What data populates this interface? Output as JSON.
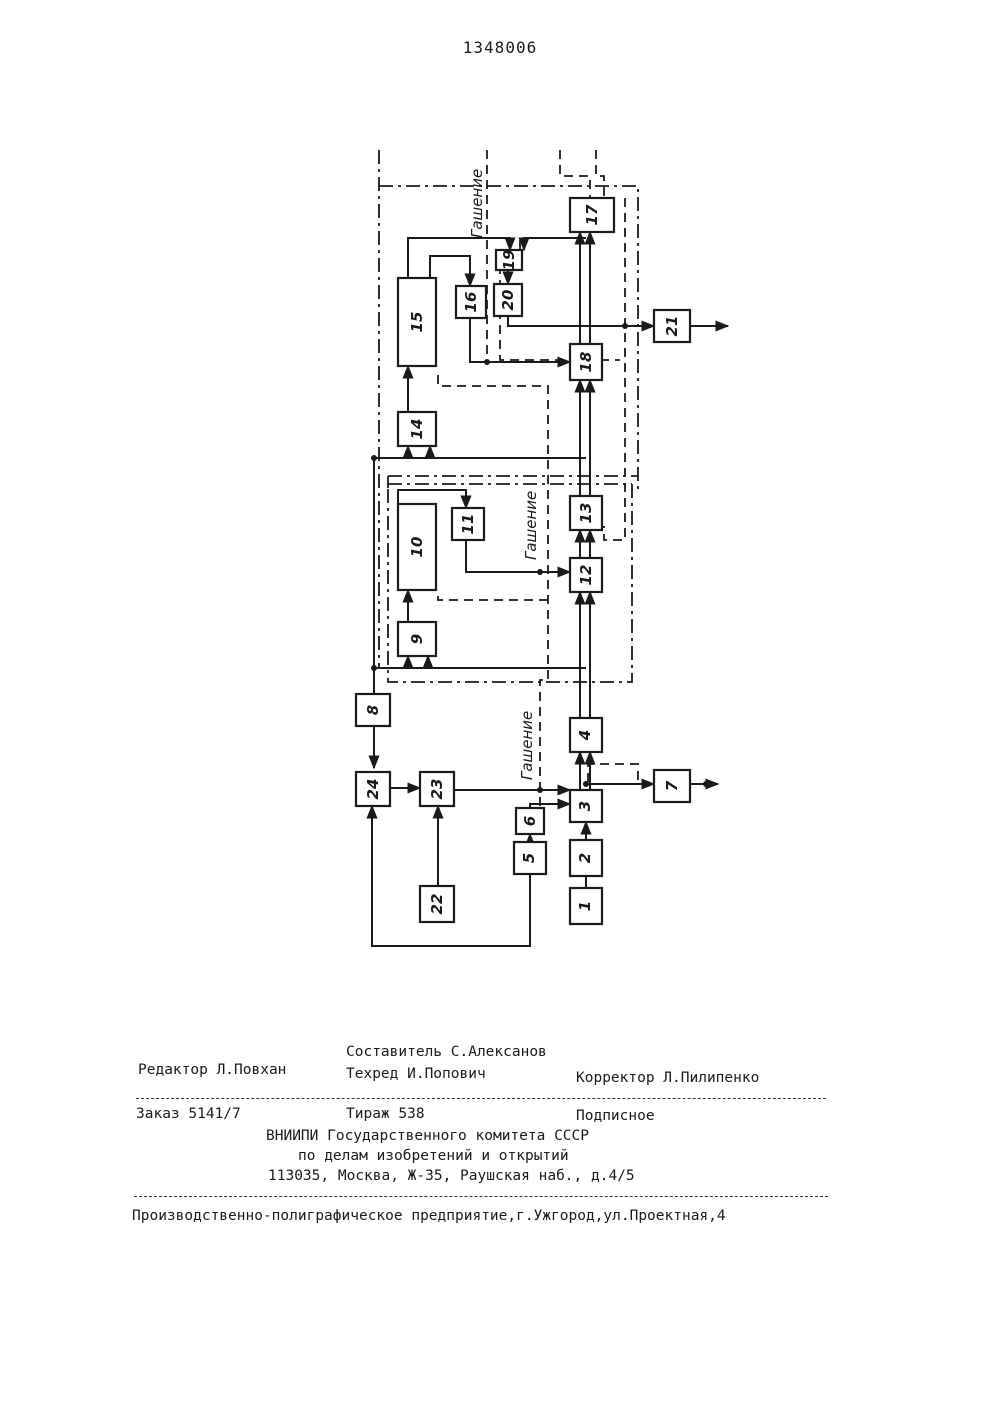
{
  "page_number": "1348006",
  "diagram": {
    "blocks": [
      "1",
      "2",
      "3",
      "4",
      "5",
      "6",
      "7",
      "8",
      "9",
      "10",
      "11",
      "12",
      "13",
      "14",
      "15",
      "16",
      "17",
      "18",
      "19",
      "20",
      "21",
      "22",
      "23",
      "24"
    ],
    "labels": {
      "blanking": "Гашение"
    }
  },
  "colophon": {
    "compiler": "Составитель С.Алексанов",
    "editor": "Редактор Л.Повхан",
    "techred": "Техред И.Попович",
    "corrector": "Корректор Л.Пилипенко",
    "order": "Заказ 5141/7",
    "circulation": "Тираж 538",
    "subscription": "Подписное",
    "org_line1": "ВНИИПИ Государственного комитета СССР",
    "org_line2": "по делам изобретений и открытий",
    "org_line3": "113035, Москва, Ж-35, Раушская наб., д.4/5",
    "printer": "Производственно-полиграфическое предприятие,г.Ужгород,ул.Проектная,4"
  }
}
